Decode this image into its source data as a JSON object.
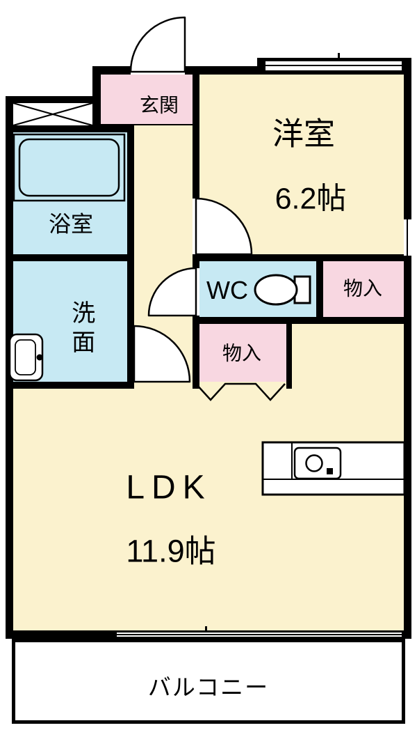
{
  "colors": {
    "wall": "#000000",
    "cream": "#FBF2CE",
    "pink": "#F8D7E1",
    "blue": "#C7E9F3",
    "white": "#FFFFFF"
  },
  "rooms": {
    "genkan": {
      "label": "玄関"
    },
    "youshitsu": {
      "label": "洋室",
      "size": "6.2帖"
    },
    "yokushitsu": {
      "label": "浴室"
    },
    "senmen": {
      "label": "洗面"
    },
    "wc": {
      "label": "WC"
    },
    "storage_right": {
      "label": "物入"
    },
    "storage_center": {
      "label": "物入"
    },
    "ldk": {
      "label": "LDK",
      "size": "11.9帖"
    },
    "balcony": {
      "label": "バルコニー"
    }
  }
}
